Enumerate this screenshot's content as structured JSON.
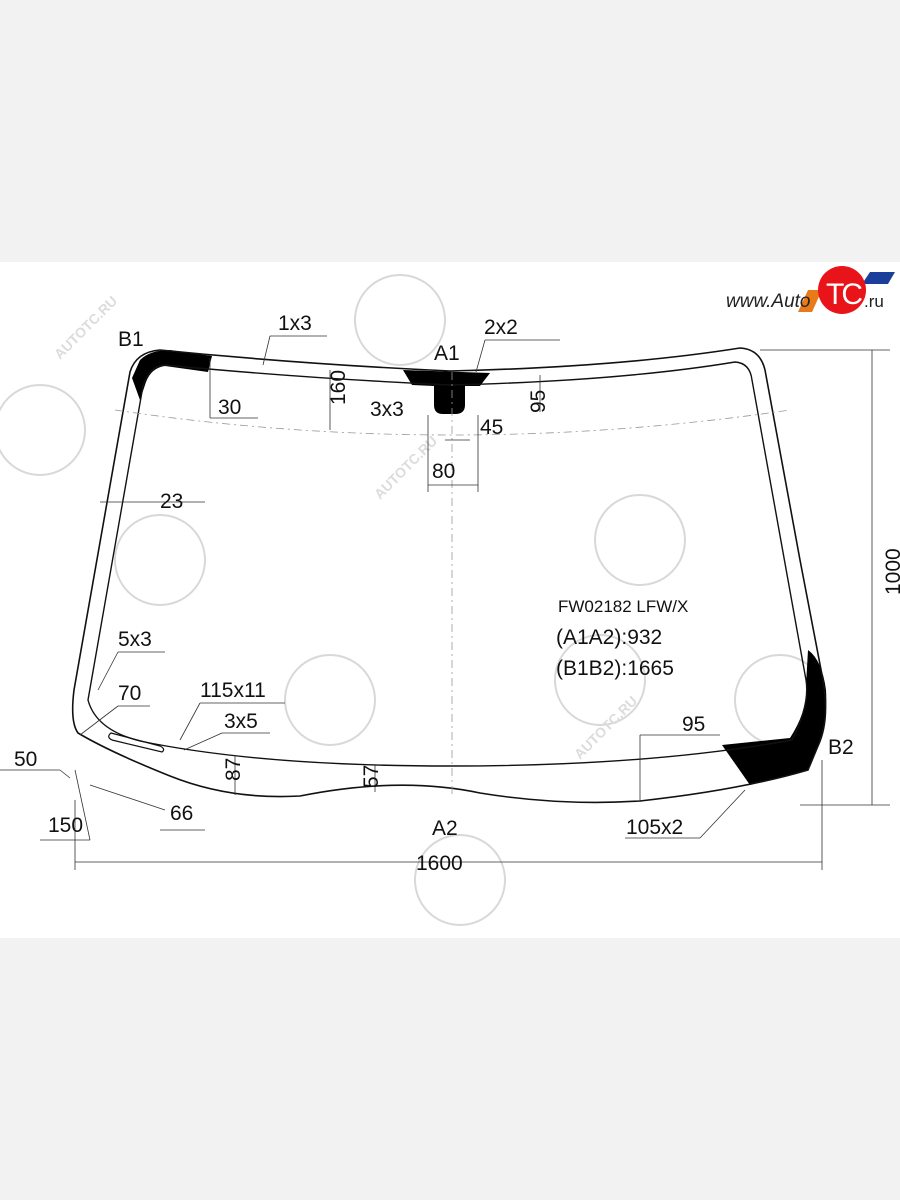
{
  "logo": {
    "prefix": "www.Auto",
    "mark": "TC",
    "suffix": ".ru"
  },
  "watermark": "AUTOTC.RU",
  "part": {
    "code": "FW02182 LFW/X",
    "a1a2": "(A1A2):932",
    "b1b2": "(B1B2):1665"
  },
  "points": {
    "a1": "A1",
    "a2": "A2",
    "b1": "B1",
    "b2": "B2"
  },
  "dimensions": {
    "d1x3": "1x3",
    "d2x2": "2x2",
    "d30": "30",
    "d160": "160",
    "d3x3": "3x3",
    "d95_top": "95",
    "d45": "45",
    "d80": "80",
    "d23": "23",
    "d5x3": "5x3",
    "d70": "70",
    "d115x11": "115x11",
    "d3x5": "3x5",
    "d50": "50",
    "d87": "87",
    "d57": "57",
    "d95_bottom": "95",
    "d150": "150",
    "d66": "66",
    "d105x2": "105x2",
    "d1600": "1600",
    "d1000": "1000"
  },
  "colors": {
    "line": "#111111",
    "frit": "#000000",
    "logo_red": "#e8141a",
    "logo_blue": "#1a3f9a",
    "logo_orange": "#e87a1a"
  }
}
